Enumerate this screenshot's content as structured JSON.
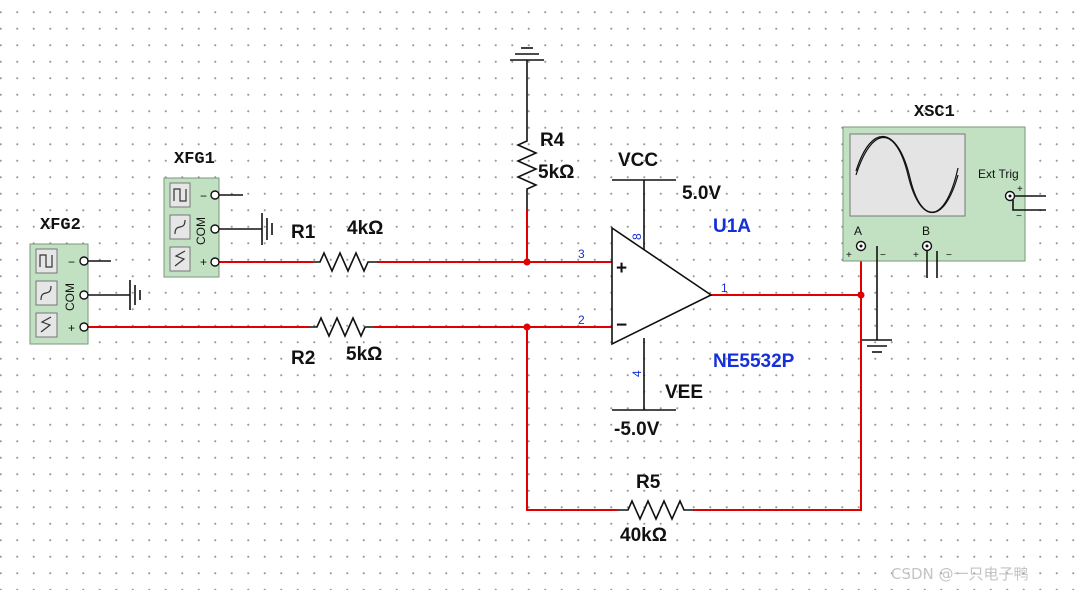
{
  "components": {
    "xfg1": {
      "label": "XFG1",
      "com": "COM"
    },
    "xfg2": {
      "label": "XFG2",
      "com": "COM"
    },
    "r1": {
      "name": "R1",
      "value": "4kΩ"
    },
    "r2": {
      "name": "R2",
      "value": "5kΩ"
    },
    "r4": {
      "name": "R4",
      "value": "5kΩ"
    },
    "r5": {
      "name": "R5",
      "value": "40kΩ"
    },
    "opamp": {
      "ref": "U1A",
      "part": "NE5532P",
      "pin_noninv": "3",
      "pin_inv": "2",
      "pin_out": "1",
      "pin_vcc": "8",
      "pin_vee": "4",
      "plus": "+",
      "minus": "−"
    },
    "vcc": {
      "name": "VCC",
      "value": "5.0V"
    },
    "vee": {
      "name": "VEE",
      "value": "-5.0V"
    },
    "xsc1": {
      "label": "XSC1",
      "ext_trig": "Ext Trig",
      "ch_a": "A",
      "ch_b": "B"
    }
  },
  "watermark": "CSDN @一只电子鸭",
  "colors": {
    "wire": "#e00000",
    "instrument_body": "#c2e0c2",
    "label_blue": "#1530d8"
  }
}
